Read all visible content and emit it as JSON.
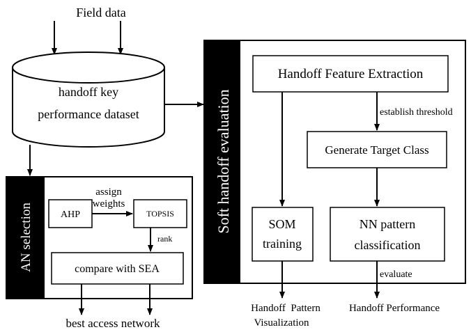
{
  "inputs": {
    "field_data": "Field data"
  },
  "dataset": {
    "line1": "handoff key",
    "line2": "performance dataset"
  },
  "an_selection": {
    "sidebar_label": "AN selection",
    "ahp": "AHP",
    "assign_label_1": "assign",
    "assign_label_2": "weights",
    "topsis": "TOPSIS",
    "rank_label": "rank",
    "compare": "compare with SEA",
    "output": "best access network"
  },
  "soft_handoff": {
    "sidebar_label": "Soft handoff evaluation",
    "feature_extraction": "Handoff Feature Extraction",
    "threshold_label": "establish threshold",
    "target_class": "Generate Target Class",
    "som_line1": "SOM",
    "som_line2": "training",
    "nn_line1": "NN pattern",
    "nn_line2": "classification",
    "evaluate_label": "evaluate",
    "output_pattern_1": "Handoff  Pattern",
    "output_pattern_2": "Visualization",
    "output_performance": "Handoff Performance"
  },
  "colors": {
    "sidebar_bg": "#000000",
    "stroke": "#000000",
    "background": "#ffffff"
  }
}
